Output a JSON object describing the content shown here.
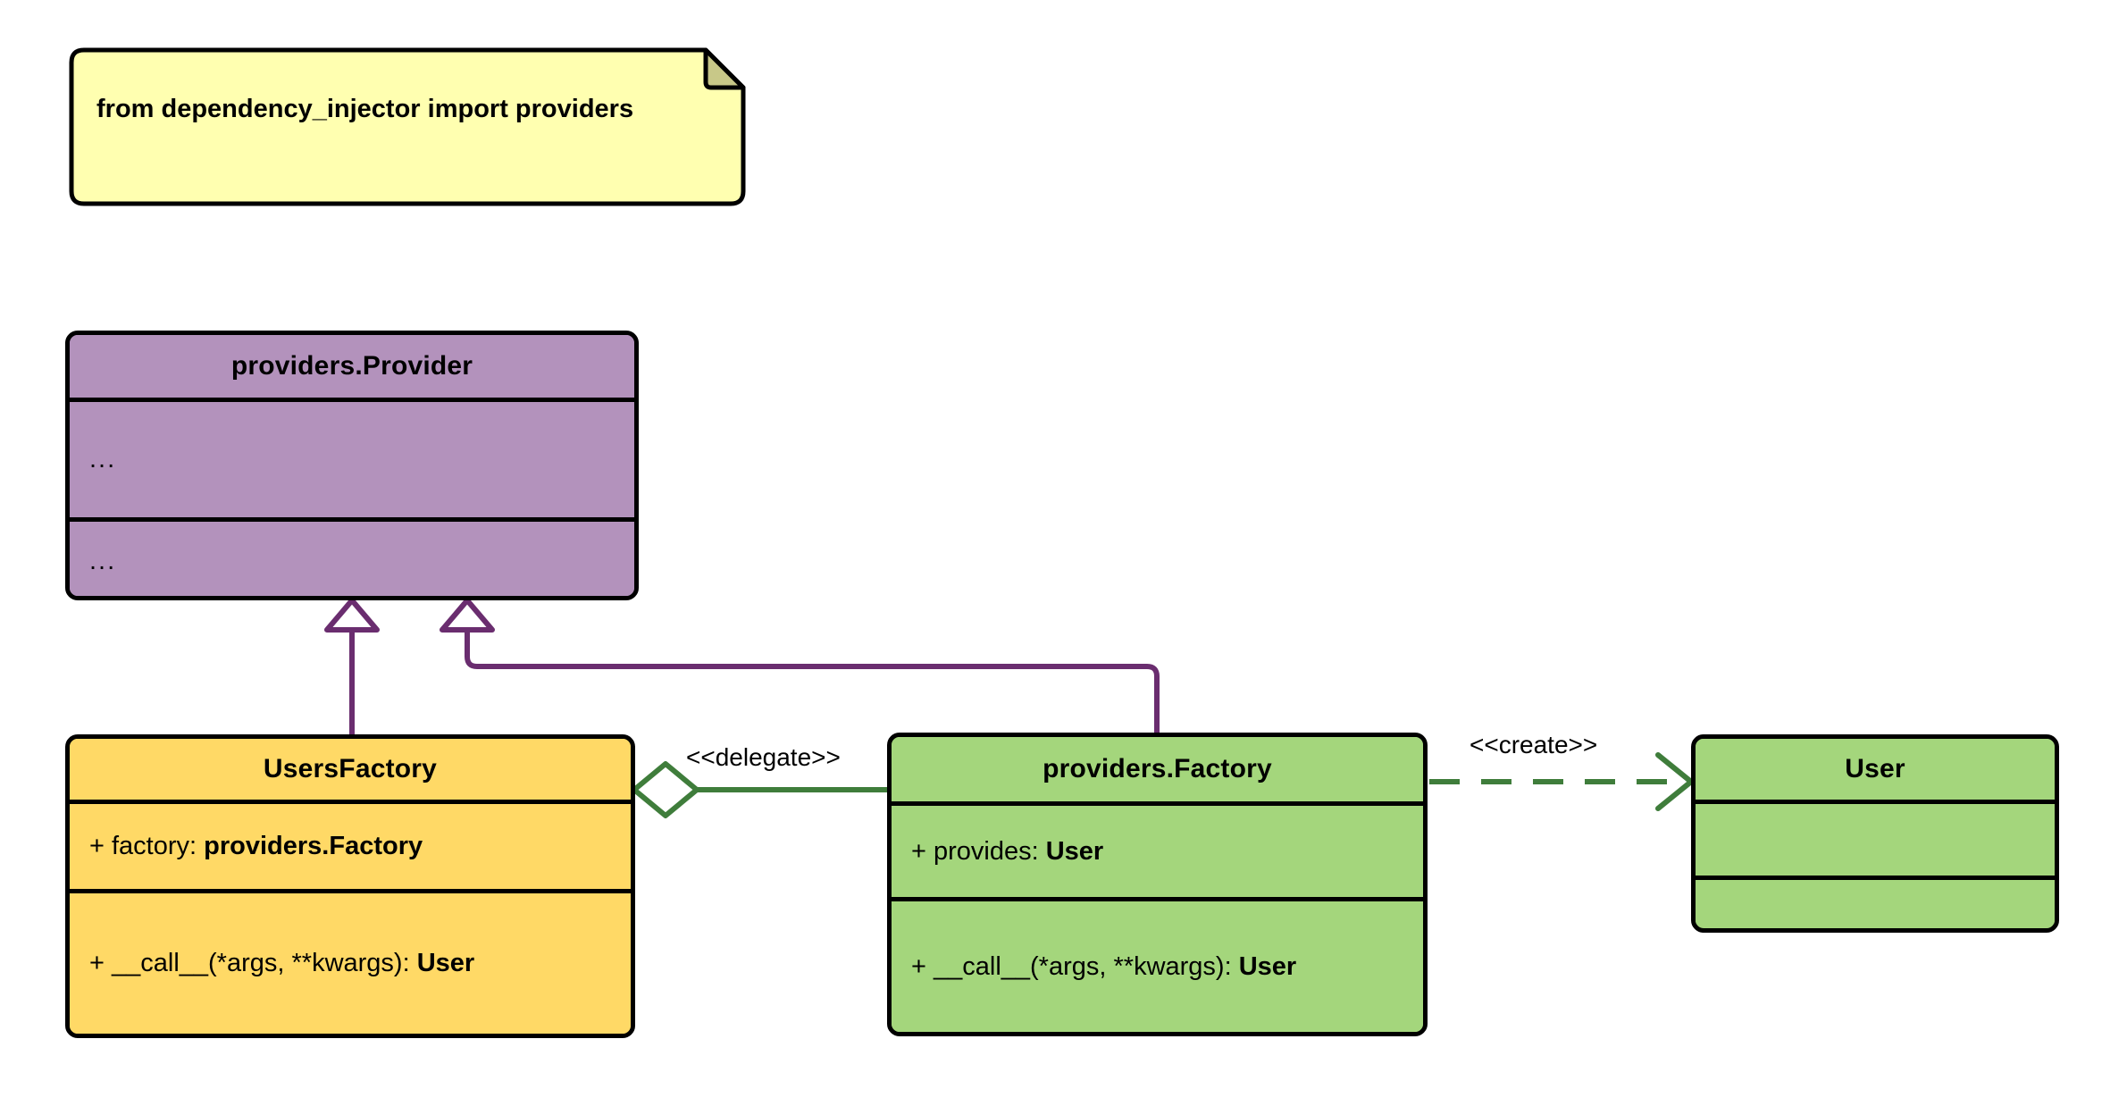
{
  "diagram": {
    "type": "uml-class-diagram",
    "background": "#ffffff",
    "colors": {
      "note_fill": "#ffffb0",
      "note_fold": "#c8c888",
      "provider_fill": "#b392bc",
      "factory_fill": "#a4d67c",
      "users_factory_fill": "#ffd966",
      "outline": "#000000",
      "inheritance_edge": "#6a2d6f",
      "delegate_edge": "#3f7d3b",
      "create_edge": "#3f7d3b"
    }
  },
  "note": {
    "text": "from dependency_injector import providers"
  },
  "classes": {
    "provider": {
      "title": "providers.Provider",
      "attributes": "...",
      "methods": "..."
    },
    "users_factory": {
      "title": "UsersFactory",
      "attribute_prefix": "+ factory: ",
      "attribute_type": "providers.Factory",
      "method_prefix": "+ __call__(*args, **kwargs): ",
      "method_type": "User"
    },
    "providers_factory": {
      "title": "providers.Factory",
      "attribute_prefix": "+ provides: ",
      "attribute_type": "User",
      "method_prefix": "+ __call__(*args, **kwargs): ",
      "method_type": "User"
    },
    "user": {
      "title": "User",
      "attributes": "",
      "methods": ""
    }
  },
  "relationships": {
    "delegate": {
      "label": "<<delegate>>",
      "kind": "aggregation",
      "from": "UsersFactory",
      "to": "providers.Factory"
    },
    "create": {
      "label": "<<create>>",
      "kind": "dependency",
      "from": "providers.Factory",
      "to": "User"
    },
    "inherit_users_factory": {
      "label": "",
      "kind": "generalization",
      "from": "UsersFactory",
      "to": "providers.Provider"
    },
    "inherit_providers_factory": {
      "label": "",
      "kind": "generalization",
      "from": "providers.Factory",
      "to": "providers.Provider"
    }
  }
}
